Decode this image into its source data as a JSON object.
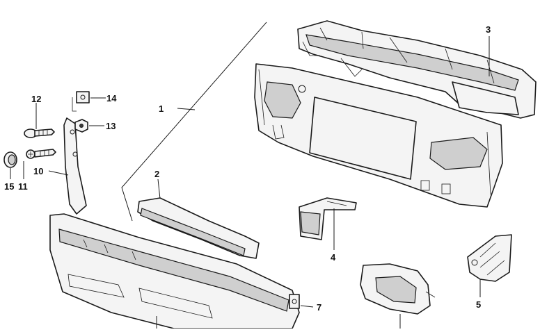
{
  "callouts": {
    "c1": "1",
    "c2": "2",
    "c3": "3",
    "c4": "4",
    "c5": "5",
    "c7": "7",
    "c10": "10",
    "c11": "11",
    "c12": "12",
    "c13": "13",
    "c14": "14",
    "c15": "15"
  }
}
